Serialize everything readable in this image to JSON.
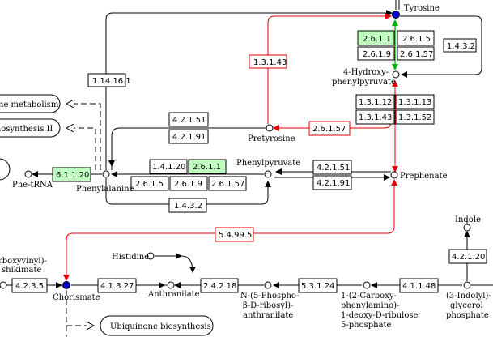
{
  "compounds": {
    "tyrosine": "Tyrosine",
    "hydroxyphenylpyruvate_1": "4-Hydroxy-",
    "hydroxyphenylpyruvate_2": "phenylpyruvate",
    "pretyrosine": "Pretyrosine",
    "phenylpyruvate": "Phenylpyruvate",
    "prephenate": "Prephenate",
    "phenylalanine": "Phenylalanine",
    "phe_trna": "Phe-tRNA",
    "histidine": "Histidine",
    "chorismate": "Chorismate",
    "carboxyvinyl_1": "rboxyvinyl)-",
    "carboxyvinyl_2": "shikimate",
    "anthranilate": "Anthranilate",
    "prpa_1": "N-(5-Phospho-",
    "prpa_2": "β-D-ribosyl)-",
    "prpa_3": "anthranilate",
    "cdrp_1": "1-(2-Carboxy-",
    "cdrp_2": "phenylamino)-",
    "cdrp_3": "1-deoxy-D-ribulose",
    "cdrp_4": "5-phosphate",
    "igp_1": "(3-Indolyl)-",
    "igp_2": "glycerol",
    "igp_3": "phosphate",
    "indole": "Indole"
  },
  "maps": {
    "metabolism": "ne metabolism",
    "biosynthesis": "iosynthesis II",
    "ubiquinone": "Ubiquinone biosynthesis"
  },
  "enzymes": {
    "e_1_14_16_1": "1.14.16.1",
    "e_1_3_1_43_top": "1.3.1.43",
    "e_2_6_1_1_tyr": "2.6.1.1",
    "e_2_6_1_5_tyr": "2.6.1.5",
    "e_2_6_1_9_tyr": "2.6.1.9",
    "e_2_6_1_57_tyr": "2.6.1.57",
    "e_1_4_3_2_tyr": "1.4.3.2",
    "e_1_3_1_12": "1.3.1.12",
    "e_1_3_1_13": "1.3.1.13",
    "e_1_3_1_43": "1.3.1.43",
    "e_1_3_1_52": "1.3.1.52",
    "e_4_2_1_51_a": "4.2.1.51",
    "e_4_2_1_91_a": "4.2.1.91",
    "e_2_6_1_57_pre": "2.6.1.57",
    "e_1_4_1_20": "1.4.1.20",
    "e_2_6_1_1_phe": "2.6.1.1",
    "e_6_1_1_20": "6.1.1.20",
    "e_2_6_1_5_phe": "2.6.1.5",
    "e_2_6_1_9_phe": "2.6.1.9",
    "e_2_6_1_57_phe": "2.6.1.57",
    "e_4_2_1_51_b": "4.2.1.51",
    "e_4_2_1_91_b": "4.2.1.91",
    "e_1_4_3_2_phe": "1.4.3.2",
    "e_5_4_99_5": "5.4.99.5",
    "e_4_2_3_5": "4.2.3.5",
    "e_4_1_3_27": "4.1.3.27",
    "e_2_4_2_18": "2.4.2.18",
    "e_5_3_1_24": "5.3.1.24",
    "e_4_1_1_48": "4.1.1.48",
    "e_4_2_1_20": "4.2.1.20"
  },
  "colors": {
    "highlight_enzyme": "#bfffbf",
    "red_reaction": "#e00000",
    "green_reaction": "#00b000",
    "key_compound": "#0000dd"
  }
}
